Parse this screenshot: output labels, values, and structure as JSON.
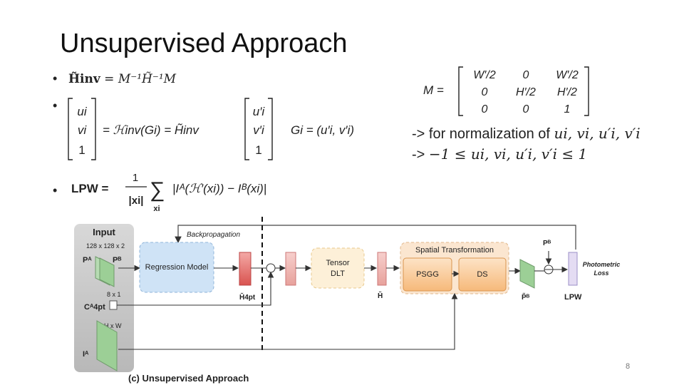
{
  "slide": {
    "title": "Unsupervised Approach",
    "page_number": "8"
  },
  "equations": {
    "eq1": "Ĥinv = M⁻¹ Ĥ⁻¹ M",
    "eq1_lhs": "H̃inv",
    "eq1_rhs": "= M⁻¹H̃⁻¹M",
    "eq2_mid": "= ℋinv(Gi) = H̃inv",
    "eq2_vec_left": [
      "ui",
      "vi",
      "1"
    ],
    "eq2_vec_right": [
      "u′i",
      "v′i",
      "1"
    ],
    "eq2_gi": "Gi = (u′i, v′i)",
    "eq3_lhs": "LPW =",
    "eq3_frac_num": "1",
    "eq3_frac_den": "|xi|",
    "eq3_sum_sub": "xi",
    "eq3_body": "|Iᴬ(ℋ′(xi)) − Iᴮ(xi)|",
    "matrix_label": "M =",
    "matrix_rows": [
      [
        "W′/2",
        "0",
        "W′/2"
      ],
      [
        "0",
        "H′/2",
        "H′/2"
      ],
      [
        "0",
        "0",
        "1"
      ]
    ]
  },
  "notes": {
    "line1_prefix": "-> for normalization of ",
    "line1_math": "ui, vi, u′i, v′i",
    "line2_prefix": "-> ",
    "line2_math": "−1 ≤ ui, vi, u′i, v′i ≤ 1"
  },
  "diagram": {
    "input_title": "Input",
    "input_size": "128 x 128 x 2",
    "pa_label": "Pᴬ",
    "pb_label": "Pᴮ",
    "c4pt_label": "Cᴬ4pt",
    "c4pt_size": "8 x 1",
    "ia_size": "H x W",
    "ia_label": "Iᴬ",
    "backprop_label": "Backpropagation",
    "regression_label": "Regression Model",
    "h4pt_label": "H̃4pt",
    "tensor_dlt_line1": "Tensor",
    "tensor_dlt_line2": "DLT",
    "h_label": "H̃",
    "spatial_title": "Spatial Transformation",
    "psgg_label": "PSGG",
    "ds_label": "DS",
    "pb_tilde_label": "P̃ᴮ",
    "pb_top_label": "Pᴮ",
    "loss_line1": "Photometric",
    "loss_line2": "Loss",
    "lpw_label": "LPW",
    "caption": "(c) Unsupervised Approach"
  }
}
